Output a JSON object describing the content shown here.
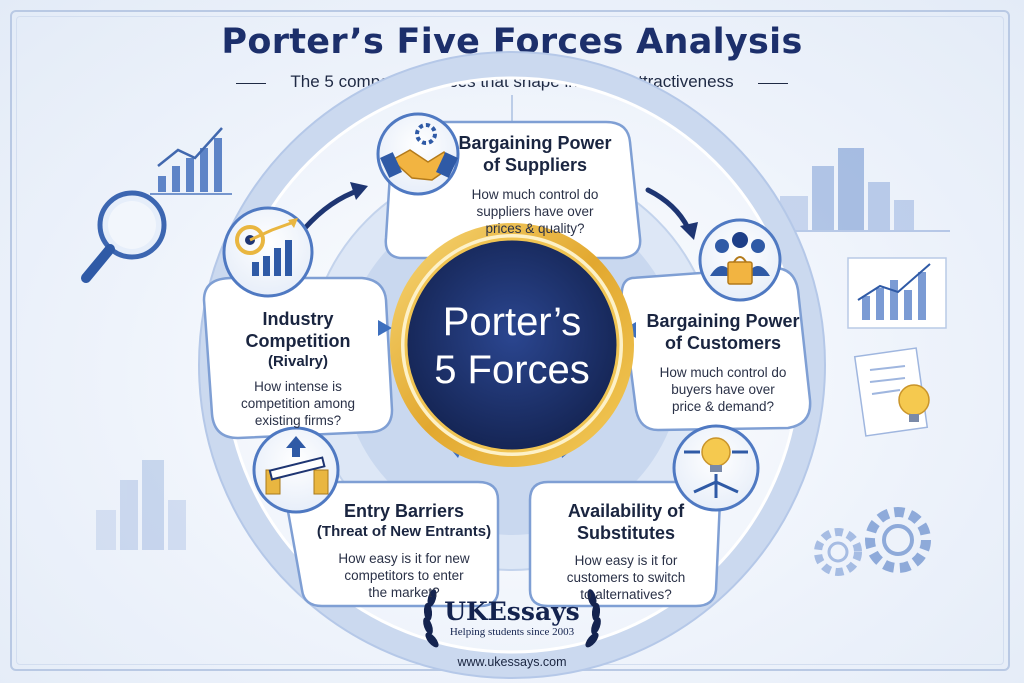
{
  "header": {
    "title": "Porter’s Five Forces Analysis",
    "subtitle": "The 5 competitive forces that shape industry attractiveness"
  },
  "center": {
    "line1": "Porter’s",
    "line2": "5 Forces"
  },
  "forces": {
    "suppliers": {
      "title_line1": "Bargaining Power",
      "title_line2": "of Suppliers",
      "q1": "How much control do",
      "q2": "suppliers have over",
      "q3": "prices & quality?"
    },
    "customers": {
      "title_line1": "Bargaining Power",
      "title_line2": "of Customers",
      "q1": "How much control do",
      "q2": "buyers have over",
      "q3": "price & demand?"
    },
    "substitutes": {
      "title_line1": "Availability of",
      "title_line2": "Substitutes",
      "q1": "How easy is it for",
      "q2": "customers to switch",
      "q3": "to alternatives?"
    },
    "entrants": {
      "title_line1": "Entry Barriers",
      "title_line2": "(Threat of New Entrants)",
      "q1": "How easy is it for new",
      "q2": "competitors to enter",
      "q3": "the market?"
    },
    "rivalry": {
      "title_line1": "Industry",
      "title_line2": "Competition",
      "title_line3": "(Rivalry)",
      "q1": "How intense is",
      "q2": "competition among",
      "q3": "existing firms?"
    }
  },
  "brand": {
    "name": "UKEssays",
    "tagline": "Helping students since 2003",
    "url": "www.ukessays.com"
  },
  "colors": {
    "navy": "#1c2f6b",
    "gold": "#e9b640",
    "accent": "#3d6fbe",
    "panel": "#ffffff"
  },
  "icons": [
    "handshake-gear-icon",
    "customers-bag-icon",
    "lightbulb-arrows-icon",
    "barrier-icon",
    "target-chart-icon",
    "magnifier-icon",
    "growth-chart-icon",
    "city-icon",
    "gears-icon",
    "document-bulb-icon"
  ]
}
